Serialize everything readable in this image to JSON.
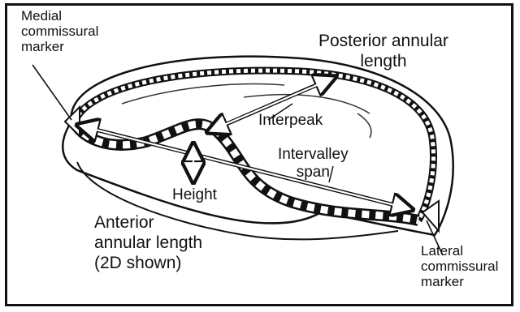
{
  "diagram": {
    "labels": {
      "medial_marker": "Medial\ncommissural\nmarker",
      "posterior_length": "Posterior annular\nlength",
      "interpeak": "Interpeak",
      "intervalley_span": "Intervalley\nspan",
      "height": "Height",
      "anterior_length": "Anterior\nannular length\n(2D shown)",
      "lateral_marker": "Lateral\ncommissural\nmarker"
    }
  }
}
